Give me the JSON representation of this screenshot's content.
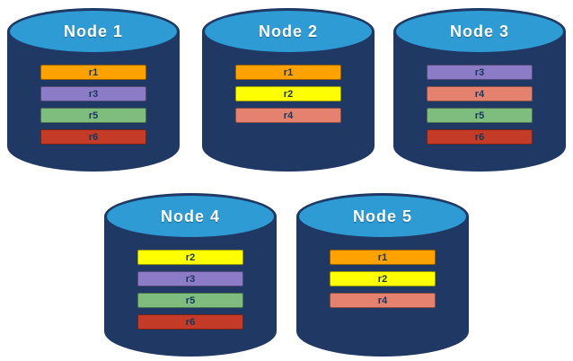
{
  "colors": {
    "cylinder_body": "#1F3864",
    "cylinder_top": "#2E9BD5",
    "title_text": "#FFFFFF",
    "bar_text": "#17375E",
    "r1": "#FFA200",
    "r2": "#FFFF00",
    "r3": "#8C7CC8",
    "r4": "#E4816F",
    "r5": "#7FBD7F",
    "r6": "#C43B28"
  },
  "nodes": [
    {
      "label": "Node 1",
      "replicas": [
        {
          "id": "r1",
          "color": "#FFA200"
        },
        {
          "id": "r3",
          "color": "#8C7CC8"
        },
        {
          "id": "r5",
          "color": "#7FBD7F"
        },
        {
          "id": "r6",
          "color": "#C43B28"
        }
      ]
    },
    {
      "label": "Node 2",
      "replicas": [
        {
          "id": "r1",
          "color": "#FFA200"
        },
        {
          "id": "r2",
          "color": "#FFFF00"
        },
        {
          "id": "r4",
          "color": "#E4816F"
        }
      ]
    },
    {
      "label": "Node 3",
      "replicas": [
        {
          "id": "r3",
          "color": "#8C7CC8"
        },
        {
          "id": "r4",
          "color": "#E4816F"
        },
        {
          "id": "r5",
          "color": "#7FBD7F"
        },
        {
          "id": "r6",
          "color": "#C43B28"
        }
      ]
    },
    {
      "label": "Node 4",
      "replicas": [
        {
          "id": "r2",
          "color": "#FFFF00"
        },
        {
          "id": "r3",
          "color": "#8C7CC8"
        },
        {
          "id": "r5",
          "color": "#7FBD7F"
        },
        {
          "id": "r6",
          "color": "#C43B28"
        }
      ]
    },
    {
      "label": "Node 5",
      "replicas": [
        {
          "id": "r1",
          "color": "#FFA200"
        },
        {
          "id": "r2",
          "color": "#FFFF00"
        },
        {
          "id": "r4",
          "color": "#E4816F"
        }
      ]
    }
  ]
}
